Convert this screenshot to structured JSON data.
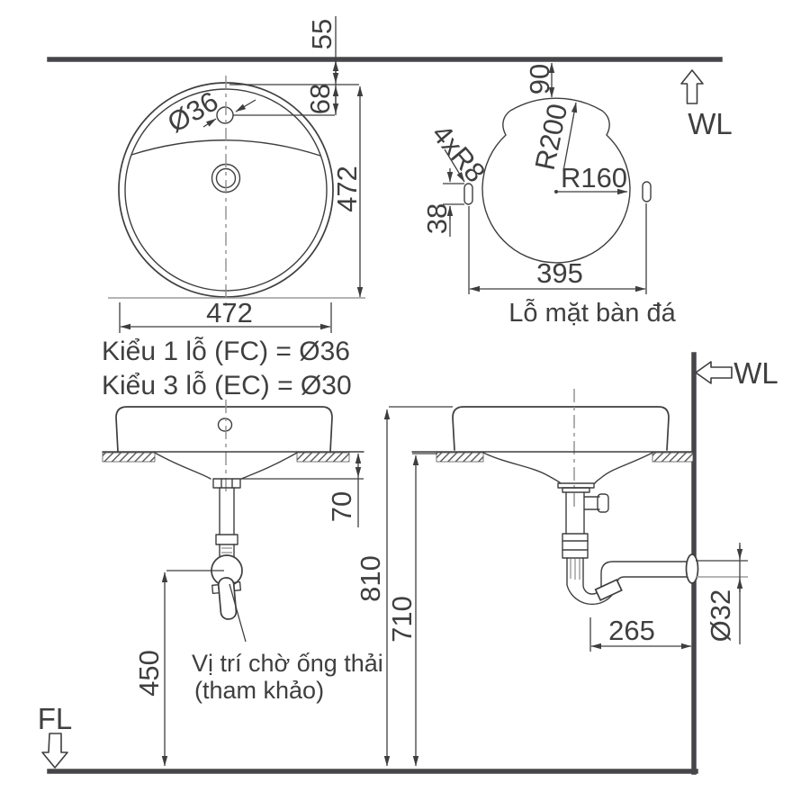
{
  "reference": {
    "wall_top_label": "WL",
    "wall_side_label": "WL",
    "floor_label": "FL"
  },
  "top_view": {
    "dim_wall_to_rim": "55",
    "dim_rim_to_hole": "68",
    "faucet_hole_label": "Ø36",
    "dim_height": "472",
    "dim_width": "472",
    "note_line1": "Kiểu 1 lỗ (FC) = Ø36",
    "note_line2": "Kiểu 3 lỗ (EC) = Ø30"
  },
  "cutout_view": {
    "dim_wall_gap": "90",
    "radius_top": "R200",
    "radius_main": "R160",
    "slot_note": "4xR8",
    "dim_slot_height": "38",
    "dim_width": "395",
    "caption": "Lỗ mặt bàn đá"
  },
  "front_view": {
    "dim_counter_drop": "70",
    "dim_drain_height": "450",
    "drain_note_line1": "Vị trí chờ ống thải",
    "drain_note_line2": "(tham khảo)"
  },
  "side_view": {
    "dim_total_height": "810",
    "dim_counter_height": "710",
    "dim_trap_offset": "265",
    "pipe_diameter": "Ø32"
  },
  "colors": {
    "line": "#3e3e3e",
    "thick_line": "#46464a",
    "gray_line": "#9b9b9b",
    "background": "#ffffff"
  }
}
